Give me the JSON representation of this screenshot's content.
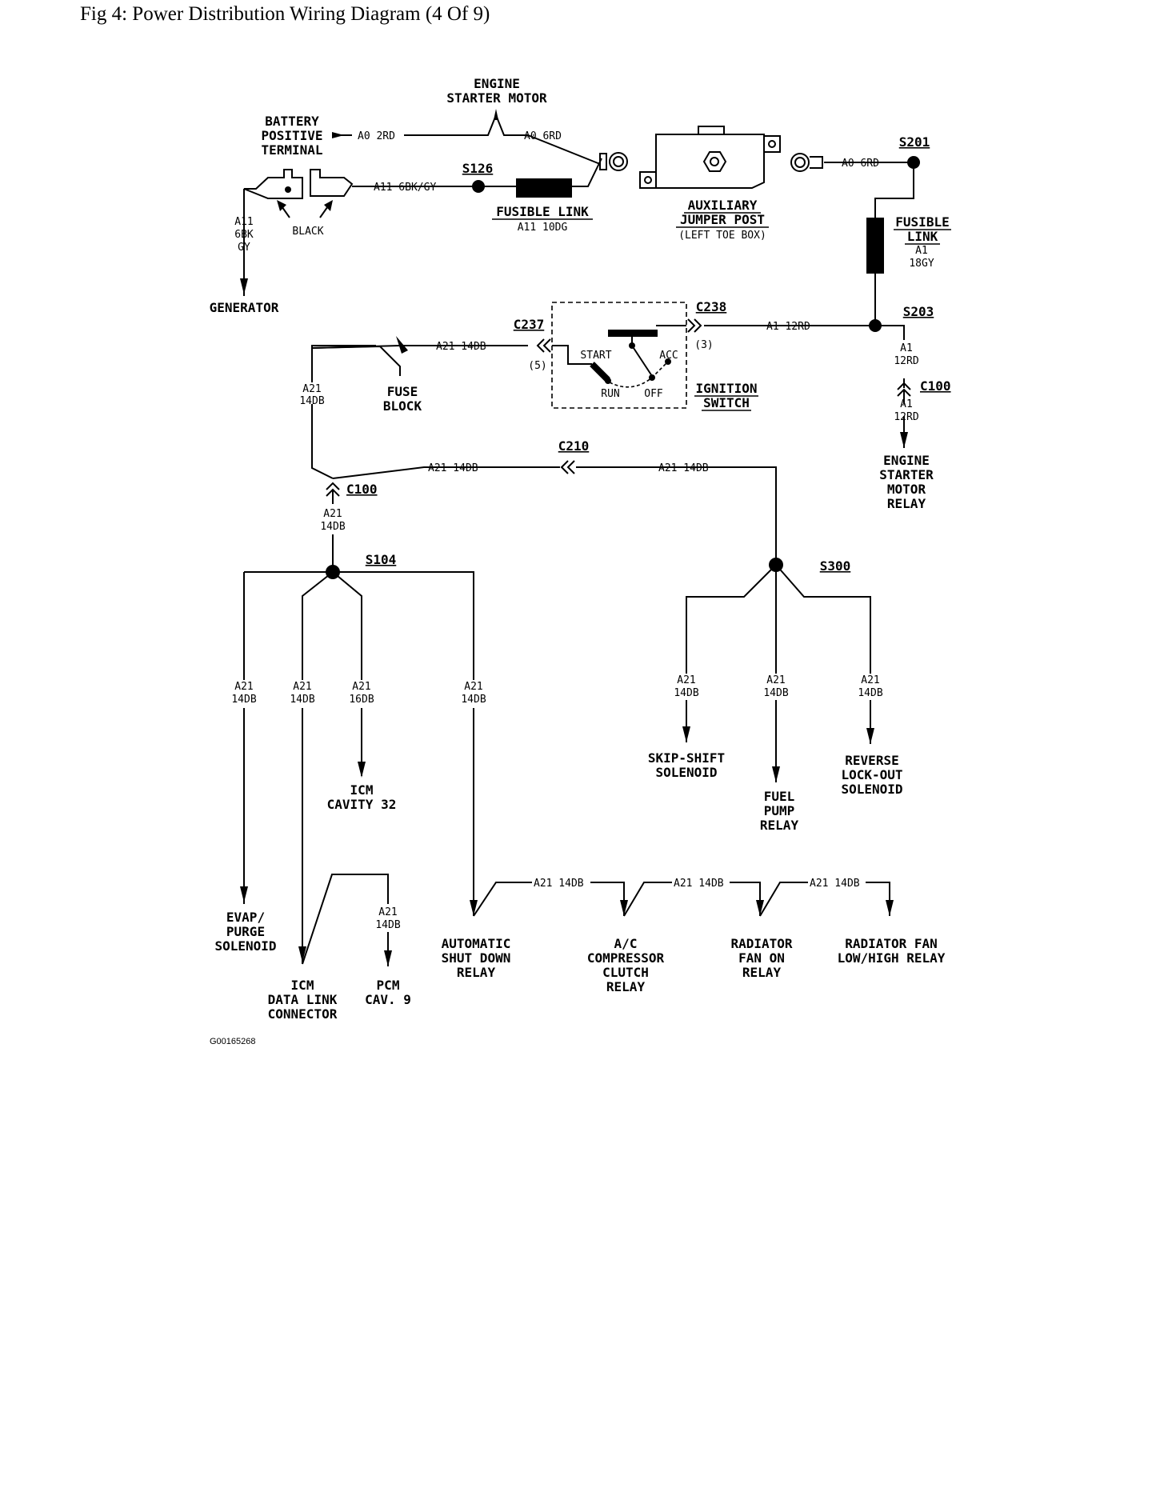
{
  "page": {
    "title": "Fig 4: Power Distribution Wiring Diagram (4 Of 9)"
  },
  "diagram": {
    "components": {
      "engine_starter_motor": [
        "ENGINE",
        "STARTER MOTOR"
      ],
      "battery_positive_terminal": [
        "BATTERY",
        "POSITIVE",
        "TERMINAL"
      ],
      "black": "BLACK",
      "generator": "GENERATOR",
      "fusible_link_a11": "FUSIBLE LINK",
      "auxiliary_jumper_post": [
        "AUXILIARY",
        "JUMPER POST",
        "(LEFT TOE BOX)"
      ],
      "fusible_link_a1": [
        "FUSIBLE",
        "LINK"
      ],
      "fuse_block": [
        "FUSE",
        "BLOCK"
      ],
      "ignition_switch": [
        "IGNITION",
        "SWITCH"
      ],
      "switch_start": "START",
      "switch_acc": "ACC",
      "switch_run": "RUN",
      "switch_off": "OFF",
      "engine_starter_motor_relay": [
        "ENGINE",
        "STARTER",
        "MOTOR",
        "RELAY"
      ],
      "skip_shift_solenoid": [
        "SKIP-SHIFT",
        "SOLENOID"
      ],
      "fuel_pump_relay": [
        "FUEL",
        "PUMP",
        "RELAY"
      ],
      "reverse_lockout_solenoid": [
        "REVERSE",
        "LOCK-OUT",
        "SOLENOID"
      ],
      "icm_cavity_32": [
        "ICM",
        "CAVITY 32"
      ],
      "evap_purge_solenoid": [
        "EVAP/",
        "PURGE",
        "SOLENOID"
      ],
      "icm_data_link_connector": [
        "ICM",
        "DATA LINK",
        "CONNECTOR"
      ],
      "pcm_cav_9": [
        "PCM",
        "CAV. 9"
      ],
      "automatic_shut_down_relay": [
        "AUTOMATIC",
        "SHUT DOWN",
        "RELAY"
      ],
      "ac_compressor_clutch_relay": [
        "A/C",
        "COMPRESSOR",
        "CLUTCH",
        "RELAY"
      ],
      "radiator_fan_on_relay": [
        "RADIATOR",
        "FAN ON",
        "RELAY"
      ],
      "radiator_fan_low_high_relay": [
        "RADIATOR FAN",
        "LOW/HIGH RELAY"
      ]
    },
    "splices": {
      "s126": "S126",
      "s201": "S201",
      "s203": "S203",
      "s104": "S104",
      "s300": "S300"
    },
    "connectors": {
      "c237": "C237",
      "c238": "C238",
      "c100_a1": "C100",
      "c210": "C210",
      "c100_a21": "C100",
      "pin_5": "(5)",
      "pin_3": "(3)"
    },
    "wires": {
      "a0_2rd": "A0 2RD",
      "a0_6rd_left": "A0 6RD",
      "a0_6rd_right": "A0 6RD",
      "a11_6bk_gy": "A11 6BK/GY",
      "a11_10dg": "A11 10DG",
      "a11_vertical": [
        "A11",
        "6BK",
        "GY"
      ],
      "a1_18gy": [
        "A1",
        "18GY"
      ],
      "a1_12rd_h": "A1 12RD",
      "a1_12rd_v1": [
        "A1",
        "12RD"
      ],
      "a1_12rd_v2": [
        "A1",
        "12RD"
      ],
      "a21_14db_c237": "A21 14DB",
      "a21_14db_fuse_v": [
        "A21",
        "14DB"
      ],
      "a21_14db_c210_left": "A21 14DB",
      "a21_14db_c210_right": "A21 14DB",
      "a21_14db_c100_v": [
        "A21",
        "14DB"
      ],
      "a21_evap": [
        "A21",
        "14DB"
      ],
      "a21_icm_dlc": [
        "A21",
        "14DB"
      ],
      "a21_icm32": [
        "A21",
        "16DB"
      ],
      "a21_asd": [
        "A21",
        "14DB"
      ],
      "a21_skip": [
        "A21",
        "14DB"
      ],
      "a21_fuel": [
        "A21",
        "14DB"
      ],
      "a21_reverse": [
        "A21",
        "14DB"
      ],
      "a21_pcm": [
        "A21",
        "14DB"
      ],
      "a21_bus_1": "A21 14DB",
      "a21_bus_2": "A21 14DB",
      "a21_bus_3": "A21 14DB"
    },
    "figure_id": "G00165268"
  }
}
